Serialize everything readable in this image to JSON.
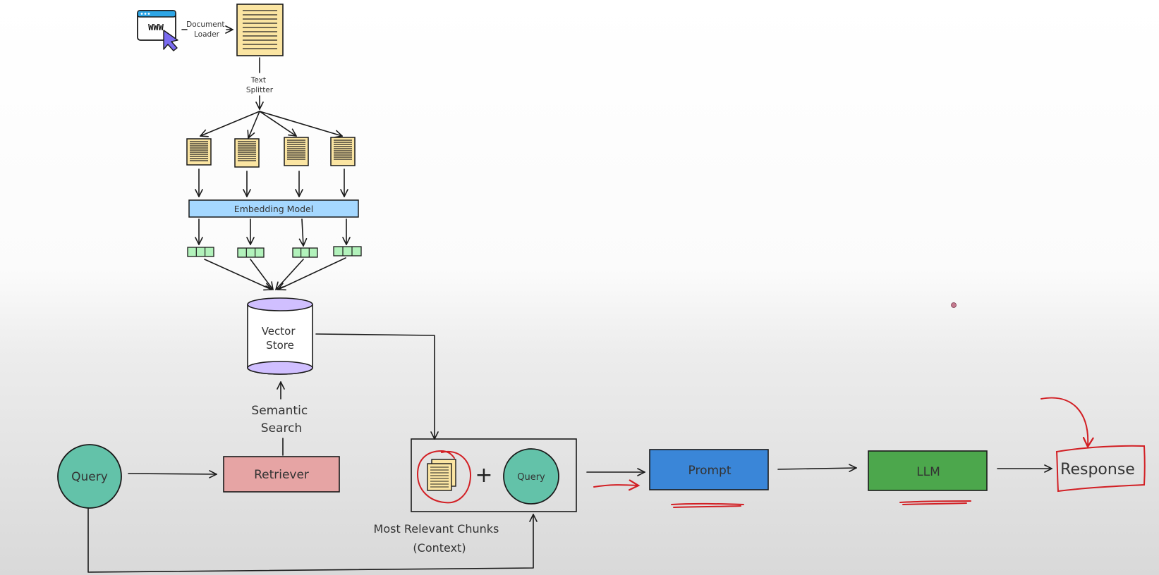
{
  "labels": {
    "www": "WWW",
    "document_loader": [
      "Document",
      "Loader"
    ],
    "text_splitter": [
      "Text",
      "Splitter"
    ],
    "embedding_model": "Embedding Model",
    "vector_store": [
      "Vector",
      "Store"
    ],
    "semantic_search": [
      "Semantic",
      "Search"
    ],
    "query": "Query",
    "retriever": "Retriever",
    "context_query": "Query",
    "plus": "+",
    "context_caption": [
      "Most Relevant Chunks",
      "(Context)"
    ],
    "prompt": "Prompt",
    "llm": "LLM",
    "response": "Response"
  },
  "colors": {
    "document_fill": "#fbe5a2",
    "embedding_fill": "#a5d8ff",
    "vector_fill": "#b2f2bb",
    "store_cap": "#d0bfff",
    "query_fill": "#63c2a9",
    "retriever_fill": "#e6a4a4",
    "prompt_fill": "#3a86d8",
    "llm_fill": "#4ca74c",
    "annotation_red": "#d21f24",
    "browser_blue": "#2ea6e6",
    "cursor_purple": "#7a6bf0"
  }
}
